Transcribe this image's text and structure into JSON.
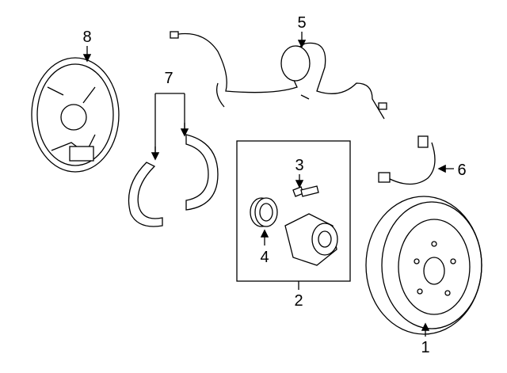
{
  "diagram": {
    "callouts": [
      {
        "number": "1",
        "part": "brake-drum"
      },
      {
        "number": "2",
        "part": "hub-assembly-group"
      },
      {
        "number": "3",
        "part": "hub-bolt"
      },
      {
        "number": "4",
        "part": "wheel-bearing"
      },
      {
        "number": "5",
        "part": "abs-sensor-harness"
      },
      {
        "number": "6",
        "part": "brake-hose"
      },
      {
        "number": "7",
        "part": "brake-shoes"
      },
      {
        "number": "8",
        "part": "backing-plate"
      }
    ],
    "colors": {
      "line": "#000000",
      "background": "#ffffff"
    }
  }
}
